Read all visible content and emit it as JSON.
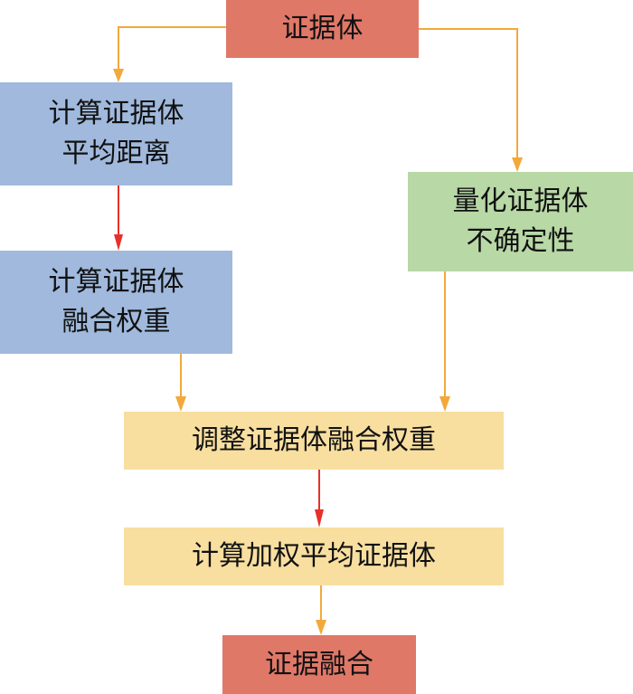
{
  "diagram": {
    "nodes": {
      "evidence": {
        "label": "证据体"
      },
      "avg_distance": {
        "line1": "计算证据体",
        "line2": "平均距离"
      },
      "fusion_weight": {
        "line1": "计算证据体",
        "line2": "融合权重"
      },
      "uncertainty": {
        "line1": "量化证据体",
        "line2": "不确定性"
      },
      "adjust_weight": {
        "label": "调整证据体融合权重"
      },
      "weighted_avg": {
        "label": "计算加权平均证据体"
      },
      "fusion": {
        "label": "证据融合"
      }
    },
    "edges": [
      {
        "from": "evidence",
        "to": "avg_distance",
        "color": "#f2a93b"
      },
      {
        "from": "evidence",
        "to": "uncertainty",
        "color": "#f2a93b"
      },
      {
        "from": "avg_distance",
        "to": "fusion_weight",
        "color": "#e8302a"
      },
      {
        "from": "fusion_weight",
        "to": "adjust_weight",
        "color": "#f2a93b"
      },
      {
        "from": "uncertainty",
        "to": "adjust_weight",
        "color": "#f2a93b"
      },
      {
        "from": "adjust_weight",
        "to": "weighted_avg",
        "color": "#e8302a"
      },
      {
        "from": "weighted_avg",
        "to": "fusion",
        "color": "#f2a93b"
      }
    ],
    "colors": {
      "red_node": "#e07868",
      "blue_node": "#a0b9dc",
      "green_node": "#b8d8a6",
      "yellow_node": "#f8dfa0"
    }
  }
}
